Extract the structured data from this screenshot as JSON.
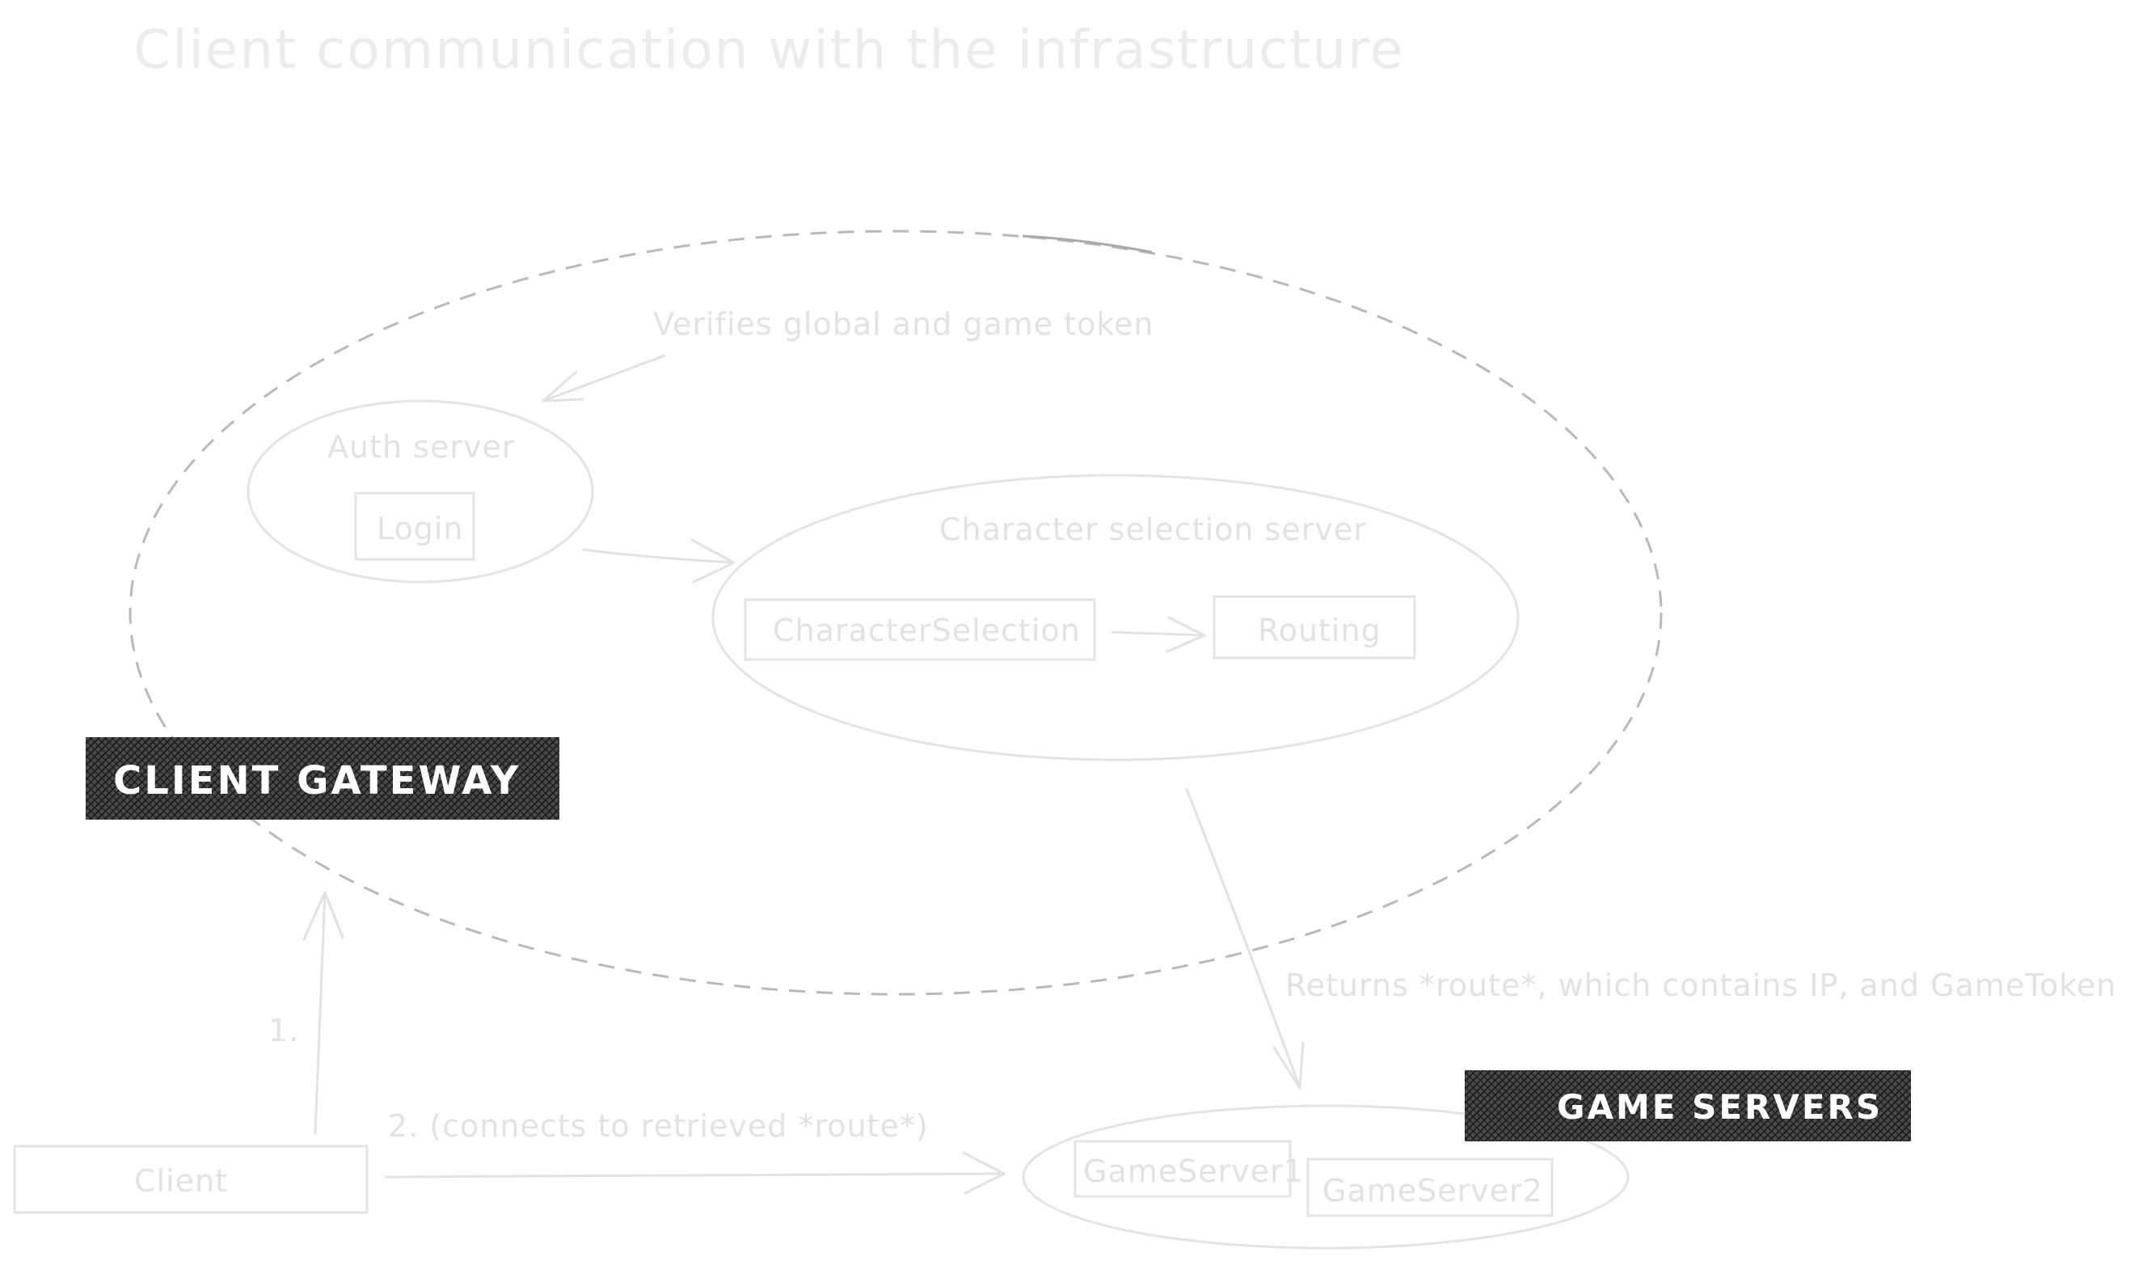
{
  "title": "Client communication with the infrastructure",
  "annotations": {
    "verifies": "Verifies global and game token",
    "returns": "Returns *route*, which contains IP, and GameToken",
    "step1": "1.",
    "step2": "2. (connects to retrieved *route*)"
  },
  "groups": {
    "auth_server": "Auth server",
    "character_selection_server": "Character selection server",
    "client_gateway": "CLIENT GATEWAY",
    "game_servers": "GAME SERVERS"
  },
  "nodes": {
    "login": "Login",
    "character_selection": "CharacterSelection",
    "routing": "Routing",
    "client": "Client",
    "game_server_1": "GameServer1",
    "game_server_2": "GameServer2"
  },
  "colors": {
    "background": "#ffffff",
    "sketch_stroke": "#e4e4e4",
    "dashed_boundary": "#b9b9b9",
    "banner_fill": "#3a3a3a",
    "banner_text": "#ffffff"
  }
}
